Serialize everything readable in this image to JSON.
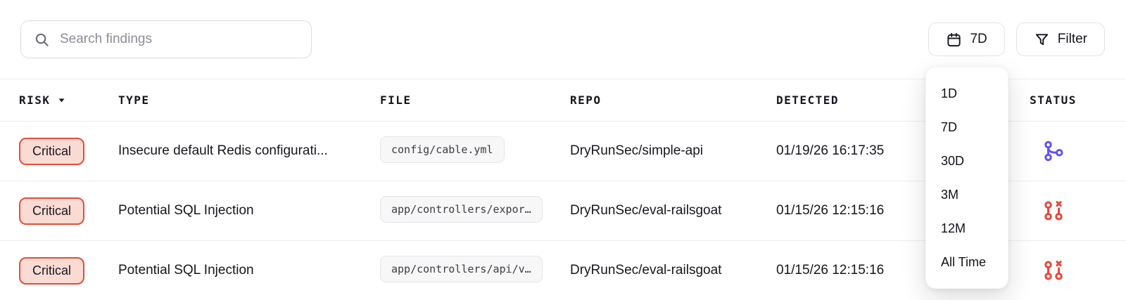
{
  "toolbar": {
    "search": {
      "placeholder": "Search findings",
      "icon": "search-icon"
    },
    "date_range_button": {
      "label": "7D",
      "icon": "calendar-icon"
    },
    "filter_button": {
      "label": "Filter",
      "icon": "filter-icon"
    }
  },
  "date_range_menu": {
    "items": [
      {
        "label": "1D"
      },
      {
        "label": "7D"
      },
      {
        "label": "30D"
      },
      {
        "label": "3M"
      },
      {
        "label": "12M"
      },
      {
        "label": "All Time"
      }
    ]
  },
  "table": {
    "columns": [
      {
        "label": "RISK",
        "sortable": true,
        "sort_direction": "desc"
      },
      {
        "label": "TYPE"
      },
      {
        "label": "FILE"
      },
      {
        "label": "REPO"
      },
      {
        "label": "DETECTED"
      },
      {
        "label": "STATUS"
      }
    ],
    "rows": [
      {
        "risk": "Critical",
        "type": "Insecure default Redis configurati...",
        "file": "config/cable.yml",
        "repo": "DryRunSec/simple-api",
        "detected": "01/19/26 16:17:35",
        "status_icon": "git-branch-icon",
        "status_color": "#6353f1"
      },
      {
        "risk": "Critical",
        "type": "Potential SQL Injection",
        "file": "app/controllers/expor…",
        "repo": "DryRunSec/eval-railsgoat",
        "detected": "01/15/26 12:15:16",
        "status_icon": "git-closed-icon",
        "status_color": "#e8473c"
      },
      {
        "risk": "Critical",
        "type": "Potential SQL Injection",
        "file": "app/controllers/api/v…",
        "repo": "DryRunSec/eval-railsgoat",
        "detected": "01/15/26 12:15:16",
        "status_icon": "git-closed-icon",
        "status_color": "#e8473c"
      }
    ]
  },
  "colors": {
    "critical_badge_bg": "#fadbd4",
    "critical_badge_border": "#df4f3c",
    "branch_icon_purple": "#6353f1",
    "closed_icon_red": "#e8473c",
    "text": "#16161d",
    "placeholder": "#8d8d96",
    "row_border": "#ededf0"
  }
}
